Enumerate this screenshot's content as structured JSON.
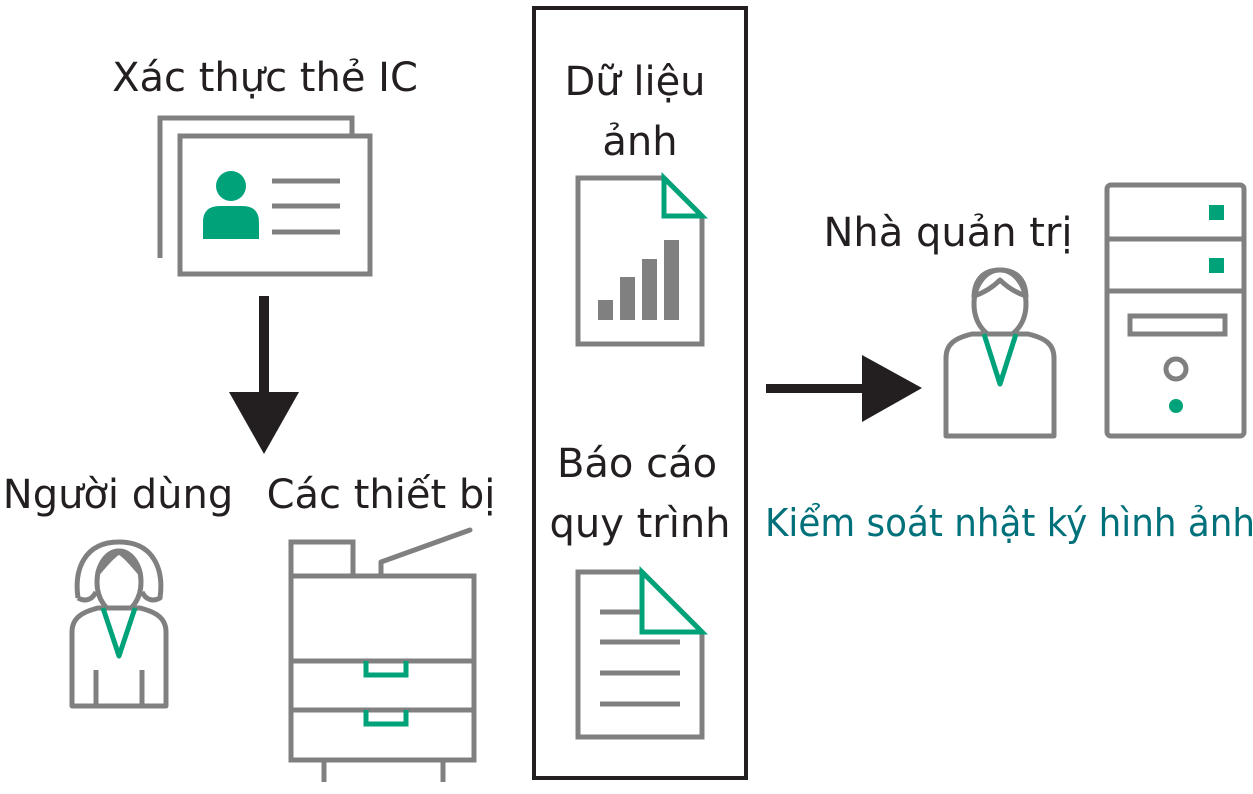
{
  "labels": {
    "ic_auth": "Xác thực thẻ IC",
    "user": "Người dùng",
    "devices": "Các thiết bị",
    "image_data_line1": "Dữ liệu",
    "image_data_line2": "ảnh",
    "process_report_line1": "Báo cáo",
    "process_report_line2": "quy trình",
    "admin": "Nhà quản trị",
    "caption": "Kiểm soát nhật ký hình ảnh"
  },
  "icons": {
    "ic_card": "id-card-icon",
    "user": "person-icon",
    "admin": "person-icon",
    "device": "multifunction-printer-icon",
    "image_file": "chart-document-icon",
    "report_file": "text-document-icon",
    "server": "server-tower-icon"
  },
  "colors": {
    "accent": "#00a27a",
    "icon_gray": "#808080",
    "text": "#231f20",
    "caption": "#00707a"
  }
}
